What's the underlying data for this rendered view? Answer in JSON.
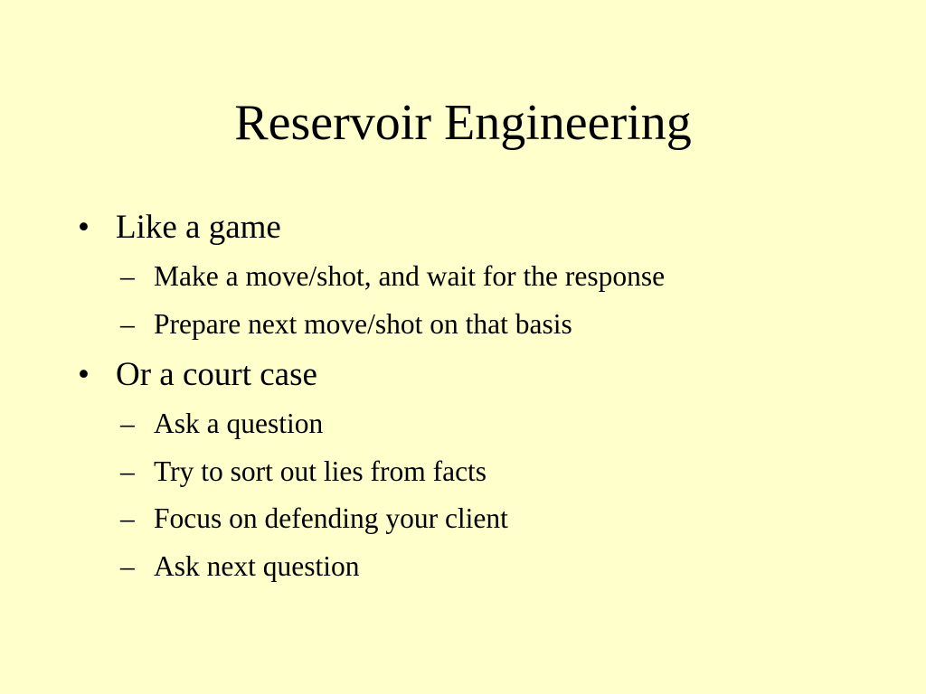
{
  "slide": {
    "background_color": "#FFFFCC",
    "text_color": "#000000",
    "title": "Reservoir Engineering",
    "bullet_marker": "•",
    "sub_marker": "–",
    "bullets": [
      {
        "text": "Like a game",
        "subs": [
          "Make a move/shot, and wait for the response",
          "Prepare next move/shot on that basis"
        ]
      },
      {
        "text": "Or a court case",
        "subs": [
          "Ask a question",
          "Try to sort out lies from facts",
          "Focus on defending your client",
          "Ask next question"
        ]
      }
    ]
  }
}
